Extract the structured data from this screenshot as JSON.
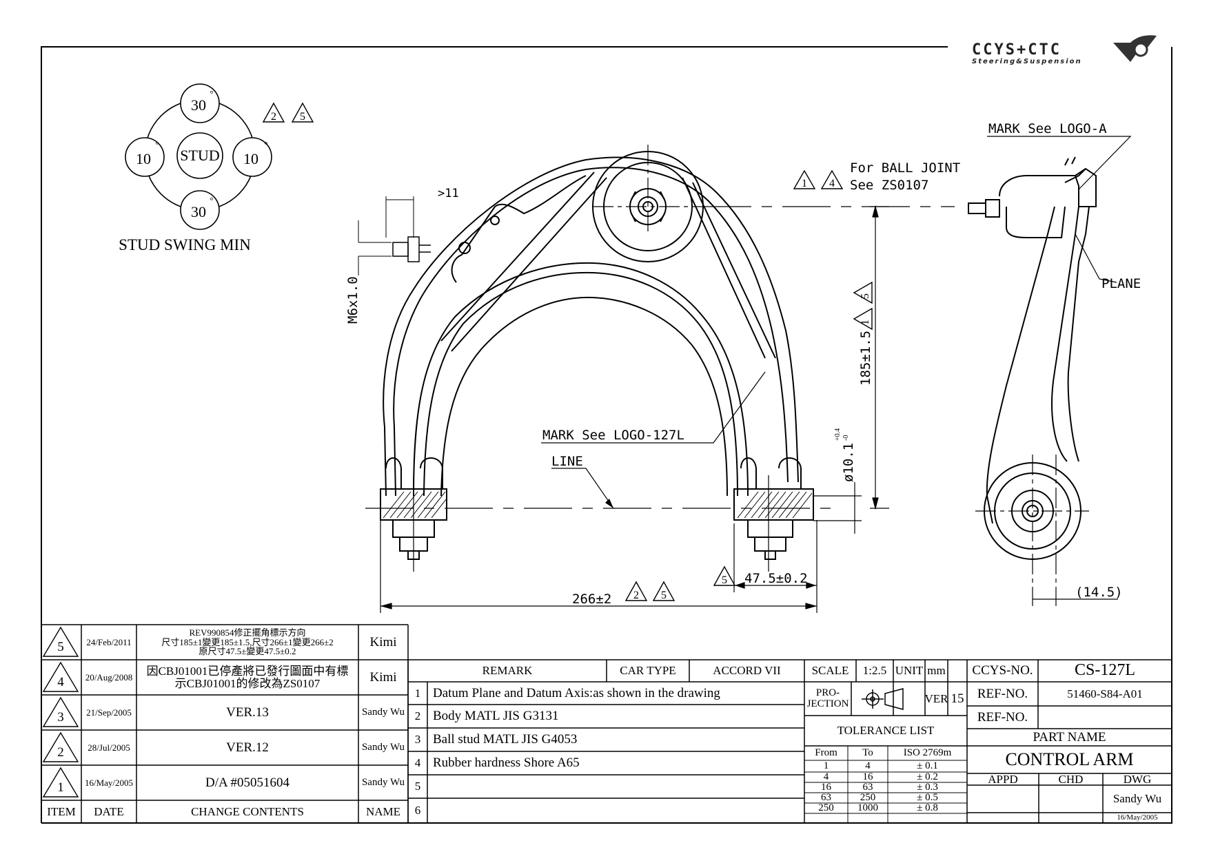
{
  "logo": {
    "name": "CCYS+CTC",
    "tagline": "Steering&Suspension"
  },
  "stud_swing": {
    "top": "30",
    "bottom": "30",
    "left": "10",
    "right": "10",
    "center": "STUD",
    "degree": "°",
    "title": "STUD SWING MIN",
    "rev_marks": [
      "2",
      "5"
    ]
  },
  "annotations": {
    "dim_11": ">11",
    "m6": "M6x1.0",
    "ball_joint_1": "For BALL JOINT",
    "ball_joint_2": "See ZS0107",
    "ball_joint_revs": [
      "1",
      "4"
    ],
    "mark_logo_a": "MARK See LOGO-A",
    "plane": "PLANE",
    "mark_logo_127l": "MARK See LOGO-127L",
    "line": "LINE",
    "dim_185": "185±1.5",
    "dim_185_revs": [
      "1",
      "5"
    ],
    "dim_dia": "ø10.1",
    "dim_dia_tol_top": "+0.4",
    "dim_dia_tol_bot": "-0",
    "dim_47": "47.5±0.2",
    "dim_47_rev": "5",
    "dim_266": "266±2",
    "dim_266_revs": [
      "2",
      "5"
    ],
    "dim_145": "(14.5)"
  },
  "revisions": [
    {
      "rev": "5",
      "date": "24/Feb/2011",
      "content": [
        "REV990854修正擺角標示方向",
        "尺寸185±1變更185±1.5,尺寸266±1變更266±2",
        "原尺寸47.5±變更47.5±0.2"
      ],
      "name": "Kimi"
    },
    {
      "rev": "4",
      "date": "20/Aug/2008",
      "content": [
        "因CBJ01001已停產將已發行圖面中有標",
        "示CBJ01001的修改為ZS0107"
      ],
      "name": "Kimi"
    },
    {
      "rev": "3",
      "date": "21/Sep/2005",
      "content": [
        "VER.13"
      ],
      "name": "Sandy Wu"
    },
    {
      "rev": "2",
      "date": "28/Jul/2005",
      "content": [
        "VER.12"
      ],
      "name": "Sandy Wu"
    },
    {
      "rev": "1",
      "date": "16/May/2005",
      "content": [
        "D/A #05051604"
      ],
      "name": "Sandy Wu"
    }
  ],
  "rev_header": {
    "item": "ITEM",
    "date": "DATE",
    "contents": "CHANGE CONTENTS",
    "name": "NAME"
  },
  "remarks": {
    "header": "REMARK",
    "car_type_label": "CAR TYPE",
    "car_type": "ACCORD VII",
    "items": [
      {
        "no": "1",
        "text": "Datum Plane and Datum Axis:as shown in the drawing"
      },
      {
        "no": "2",
        "text": "Body MATL JIS G3131"
      },
      {
        "no": "3",
        "text": "Ball stud MATL JIS G4053"
      },
      {
        "no": "4",
        "text": "Rubber hardness Shore A65"
      },
      {
        "no": "5",
        "text": ""
      },
      {
        "no": "6",
        "text": ""
      }
    ]
  },
  "spec": {
    "scale_label": "SCALE",
    "scale": "1:2.5",
    "unit_label": "UNIT",
    "unit": "mm",
    "projection_label": "PRO-\nJECTION",
    "ver_label": "VER",
    "ver": "15",
    "tolerance_title": "TOLERANCE LIST",
    "tol_headers": [
      "From",
      "To",
      "ISO 2769m"
    ],
    "tolerances": [
      {
        "from": "1",
        "to": "4",
        "tol": "± 0.1"
      },
      {
        "from": "4",
        "to": "16",
        "tol": "± 0.2"
      },
      {
        "from": "16",
        "to": "63",
        "tol": "± 0.3"
      },
      {
        "from": "63",
        "to": "250",
        "tol": "± 0.5"
      },
      {
        "from": "250",
        "to": "1000",
        "tol": "± 0.8"
      }
    ]
  },
  "title_block": {
    "ccys_label": "CCYS-NO.",
    "ccys_no": "CS-127L",
    "ref1_label": "REF-NO.",
    "ref1": "51460-S84-A01",
    "ref2_label": "REF-NO.",
    "ref2": "",
    "part_name_label": "PART NAME",
    "part_name": "CONTROL ARM",
    "appd": "APPD",
    "chd": "CHD",
    "dwg": "DWG",
    "drawer": "Sandy Wu",
    "drawn_date": "16/May/2005"
  }
}
